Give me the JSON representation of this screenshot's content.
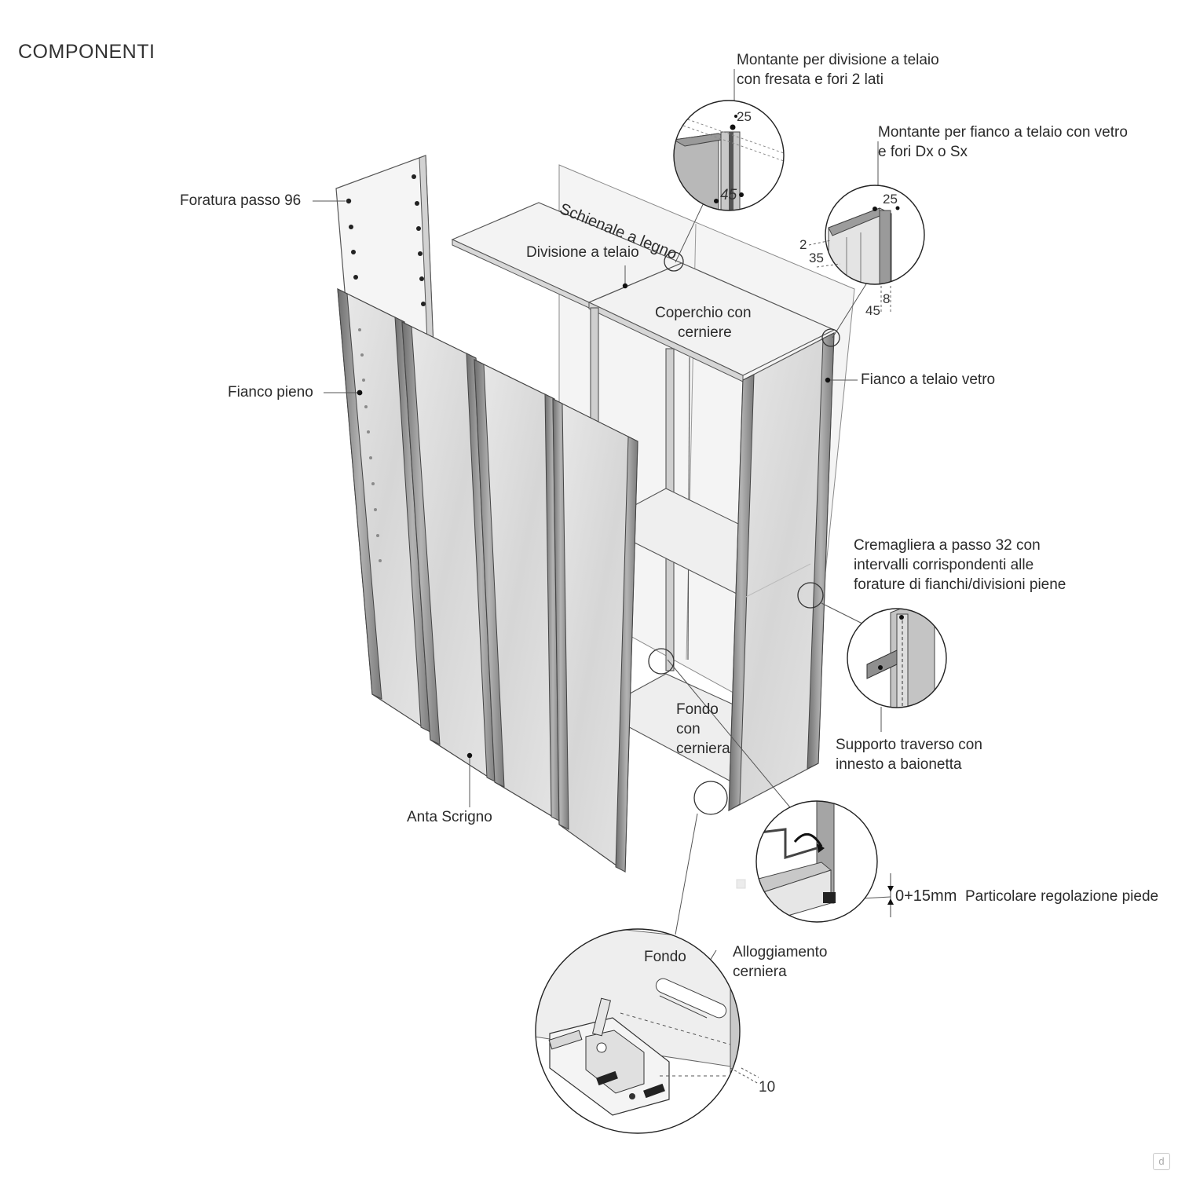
{
  "title": "COMPONENTI",
  "labels": {
    "foratura": "Foratura passo 96",
    "fianco_pieno": "Fianco pieno",
    "anta": "Anta Scrigno",
    "schienale": "Schienale a legno",
    "divisione": "Divisione a telaio",
    "coperchio_1": "Coperchio con",
    "coperchio_2": "cerniere",
    "fianco_telaio": "Fianco a telaio vetro",
    "montante_div_1": "Montante per divisione a telaio",
    "montante_div_2": "con fresata e fori 2 lati",
    "montante_fianco_1": "Montante per fianco a telaio con vetro",
    "montante_fianco_2": "e fori Dx o Sx",
    "cremagliera_1": "Cremagliera a passo 32 con",
    "cremagliera_2": "intervalli corrispondenti alle",
    "cremagliera_3": "forature di fianchi/divisioni piene",
    "supporto_1": "Supporto traverso con",
    "supporto_2": "innesto a baionetta",
    "fondo_cerniera_1": "Fondo",
    "fondo_cerniera_2": "con",
    "fondo_cerniera_3": "cerniera",
    "piede_range": "0+15mm",
    "piede_label": "Particolare regolazione piede",
    "fondo": "Fondo",
    "alloggiamento_1": "Alloggiamento",
    "alloggiamento_2": "cerniera"
  },
  "dimensions": {
    "d25_a": "25",
    "d45_a": "45",
    "d25_b": "25",
    "d2": "2",
    "d35": "35",
    "d8": "8",
    "d45_b": "45",
    "d10": "10"
  },
  "watermark": "d",
  "colors": {
    "line": "#3a3a3a",
    "frame": "#8e8e8e",
    "glass": "#e2e2e2",
    "panel": "#f0f0f0"
  }
}
